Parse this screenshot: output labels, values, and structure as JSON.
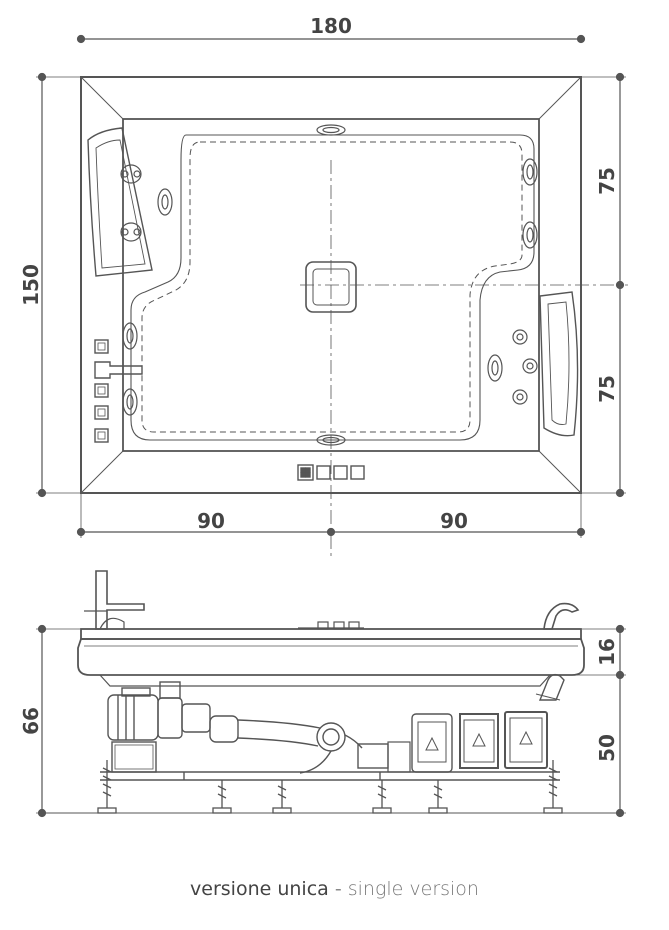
{
  "top_view": {
    "dim_width_total": "180",
    "dim_height_total": "150",
    "dim_height_top": "75",
    "dim_height_bottom": "75",
    "dim_width_left": "90",
    "dim_width_right": "90"
  },
  "side_view": {
    "dim_total_height": "66",
    "dim_rim_height": "16",
    "dim_base_height": "50"
  },
  "caption": {
    "italian": "versione unica",
    "separator": " - ",
    "english": "single version"
  }
}
